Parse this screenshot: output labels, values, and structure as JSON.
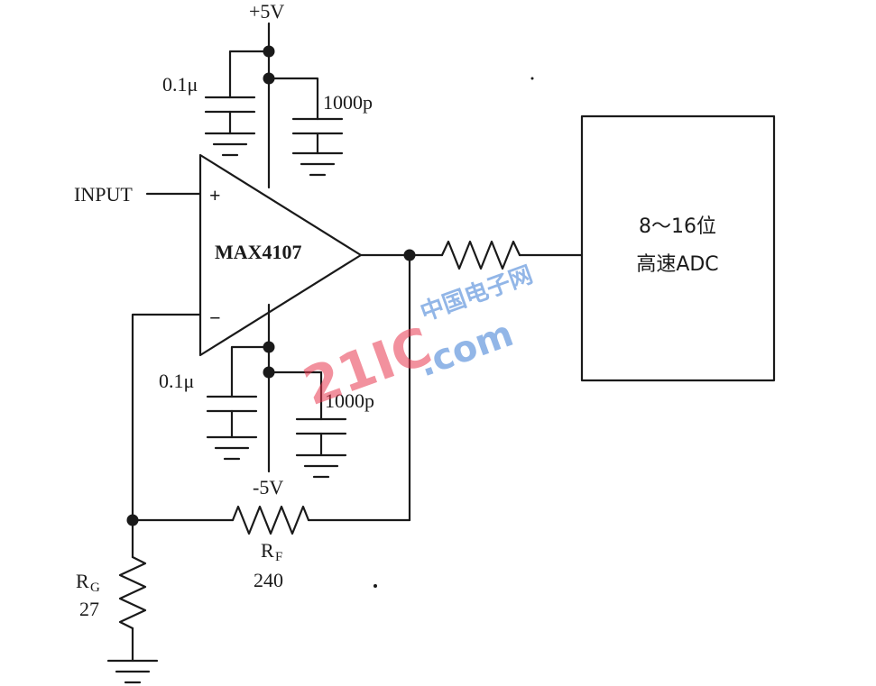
{
  "labels": {
    "vplus": "+5V",
    "vminus": "-5V",
    "cap_top_left": "0.1μ",
    "cap_top_right": "1000p",
    "cap_bot_left": "0.1μ",
    "cap_bot_right": "1000p",
    "input": "INPUT",
    "opamp_plus": "+",
    "opamp_minus": "−",
    "opamp_name": "MAX4107",
    "rf_letter": "R",
    "rf_sub": "F",
    "rf_value": "240",
    "rg_letter": "R",
    "rg_sub": "G",
    "rg_value": "27",
    "adc_line1": "8～16位",
    "adc_line2": "高速ADC"
  },
  "watermark": {
    "number": "21IC",
    "domain": ".com",
    "cn": "中国电子网"
  },
  "colors": {
    "wire": "#1a1a1a",
    "watermark_red": "#e8384f",
    "watermark_blue": "#3a7bd5"
  }
}
